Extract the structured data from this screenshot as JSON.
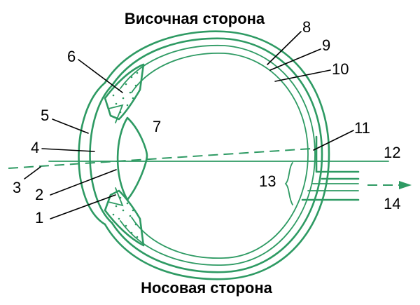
{
  "diagram": {
    "title_top": "Височная сторона",
    "title_bottom": "Носовая сторона",
    "labels": [
      "1",
      "2",
      "3",
      "4",
      "5",
      "6",
      "7",
      "8",
      "9",
      "10",
      "11",
      "12",
      "13",
      "14"
    ],
    "colors": {
      "structure": "#2e9a63",
      "text": "#000000"
    }
  }
}
